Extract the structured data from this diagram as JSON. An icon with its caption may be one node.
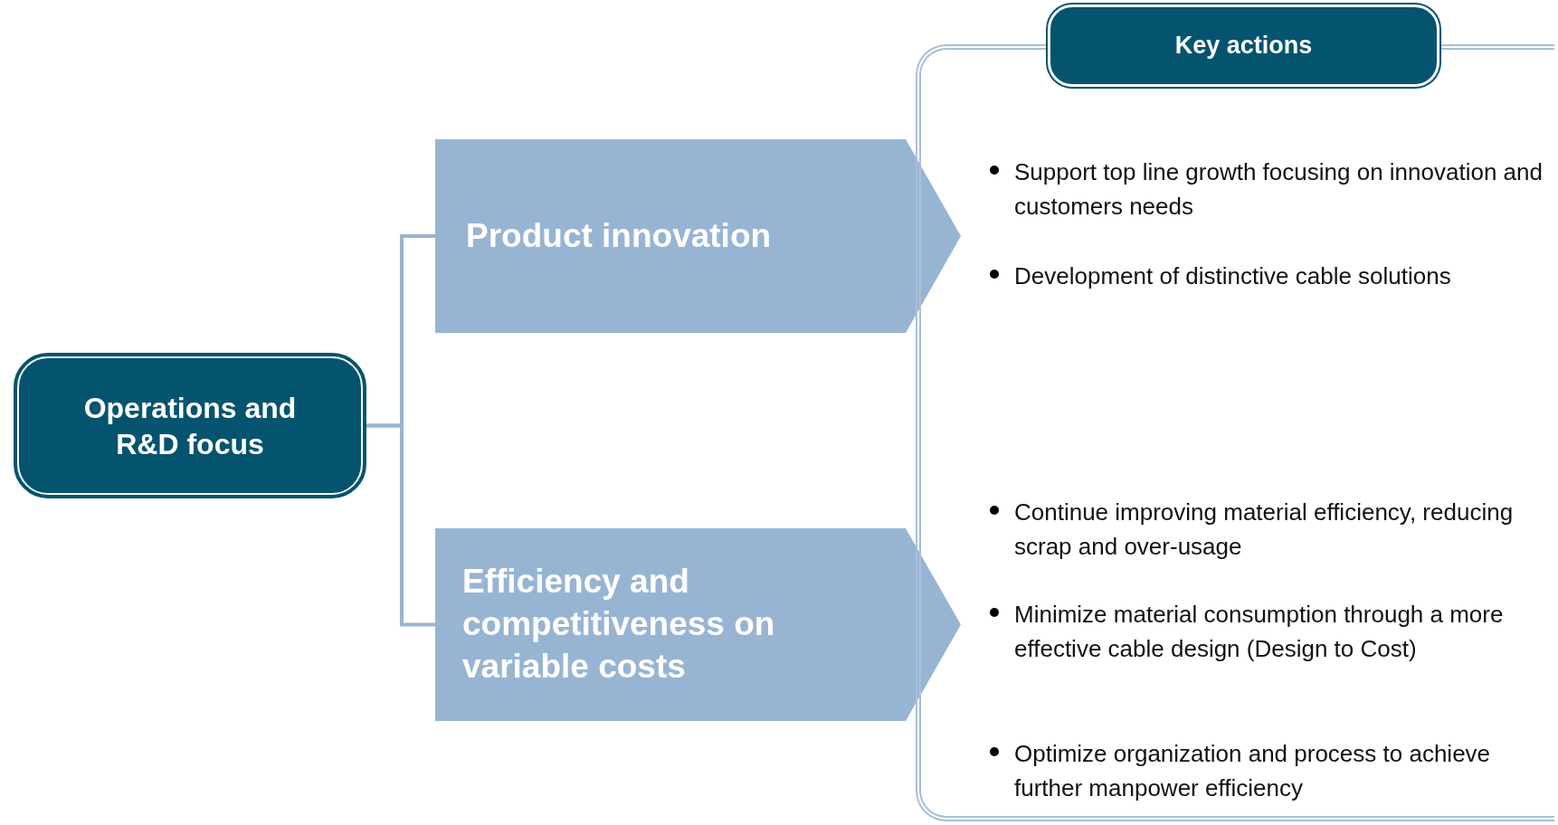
{
  "diagram": {
    "nodes": [
      {
        "text": [
          "Operations and R&D focus"
        ]
      },
      {
        "text": [
          "Product innovation"
        ]
      },
      {
        "text": [
          "Efficiency and competitiveness on variable costs"
        ]
      },
      {
        "text": [
          "Key actions",
          "Support top line growth focusing on innovation and customers needs",
          "Development of distinctive cable solutions",
          "Continue improving material efficiency, reducing scrap and over-usage",
          "Minimize material consumption through a more effective cable design (Design to Cost)",
          "Optimize organization and process to achieve further manpower efficiency"
        ]
      }
    ],
    "edges": [
      {
        "from": 0,
        "to": 1,
        "arrow": "none"
      },
      {
        "from": 0,
        "to": 2,
        "arrow": "none"
      }
    ]
  }
}
